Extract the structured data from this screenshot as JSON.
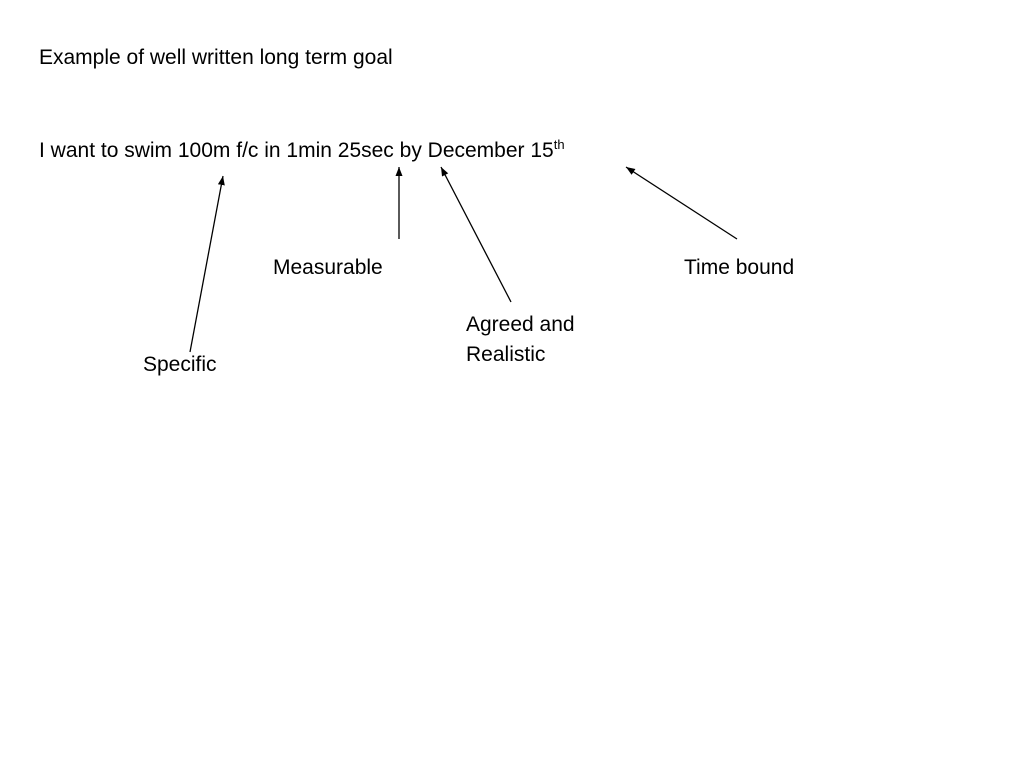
{
  "slide": {
    "heading": "Example of well written long term goal",
    "goal_text": "I want to swim 100m f/c in 1min 25sec by December 15",
    "goal_superscript": "th"
  },
  "labels": {
    "specific": "Specific",
    "measurable": "Measurable",
    "agreed_line1": "Agreed and",
    "agreed_line2": "Realistic",
    "time_bound": "Time bound"
  },
  "colors": {
    "text": "#000000",
    "background": "#ffffff",
    "arrow": "#000000"
  }
}
